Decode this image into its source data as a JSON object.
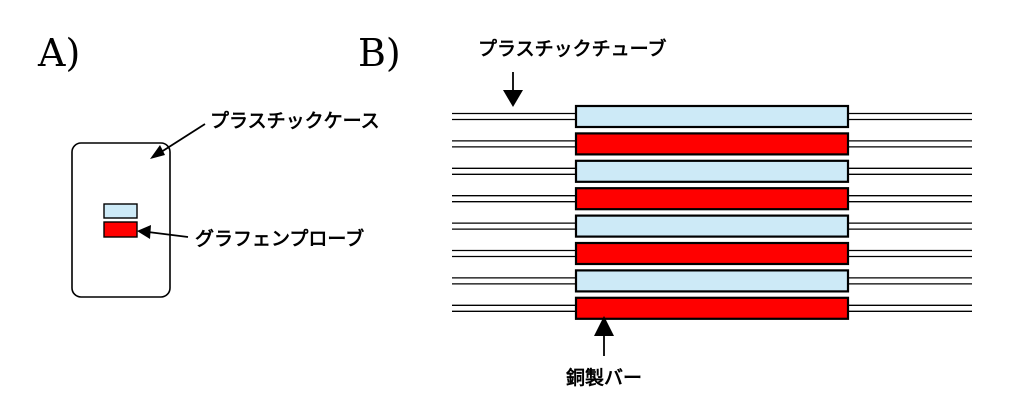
{
  "panel_a": {
    "label": "A)",
    "case_label": "プラスチックケース",
    "probe_label": "グラフェンプローブ"
  },
  "panel_b": {
    "label": "B)",
    "tube_label": "プラスチックチューブ",
    "bar_label": "銅製バー",
    "rows": [
      {
        "type": "graphene",
        "color": "#cdeaf7"
      },
      {
        "type": "copper",
        "color": "#ff0000"
      },
      {
        "type": "graphene",
        "color": "#cdeaf7"
      },
      {
        "type": "copper",
        "color": "#ff0000"
      },
      {
        "type": "graphene",
        "color": "#cdeaf7"
      },
      {
        "type": "copper",
        "color": "#ff0000"
      },
      {
        "type": "graphene",
        "color": "#cdeaf7"
      },
      {
        "type": "copper",
        "color": "#ff0000"
      }
    ]
  },
  "colors": {
    "graphene": "#cdeaf7",
    "copper": "#ff0000",
    "stroke": "#000000"
  }
}
